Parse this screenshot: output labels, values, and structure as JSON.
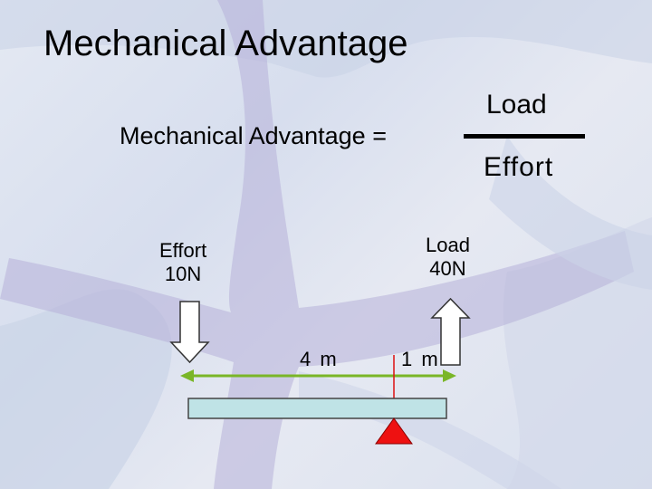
{
  "slide": {
    "title": "Mechanical Advantage",
    "formula": {
      "lhs": "Mechanical Advantage =",
      "numerator": "Load",
      "denominator": "Effort"
    },
    "effort": {
      "label": "Effort",
      "value": "10N"
    },
    "load": {
      "label": "Load",
      "value": "40N"
    },
    "distances": {
      "effort_arm": "4 m",
      "load_arm": "1 m"
    }
  },
  "colors": {
    "arm_arrow": "#7ab627",
    "beam_fill": "#bfe3e6",
    "fulcrum": "#ee1111",
    "fulcrum_line": "#dd1111",
    "force_arrow_fill": "#ffffff"
  },
  "icons": [
    "effort-down-arrow-icon",
    "load-up-arrow-icon",
    "fulcrum-triangle-icon"
  ]
}
